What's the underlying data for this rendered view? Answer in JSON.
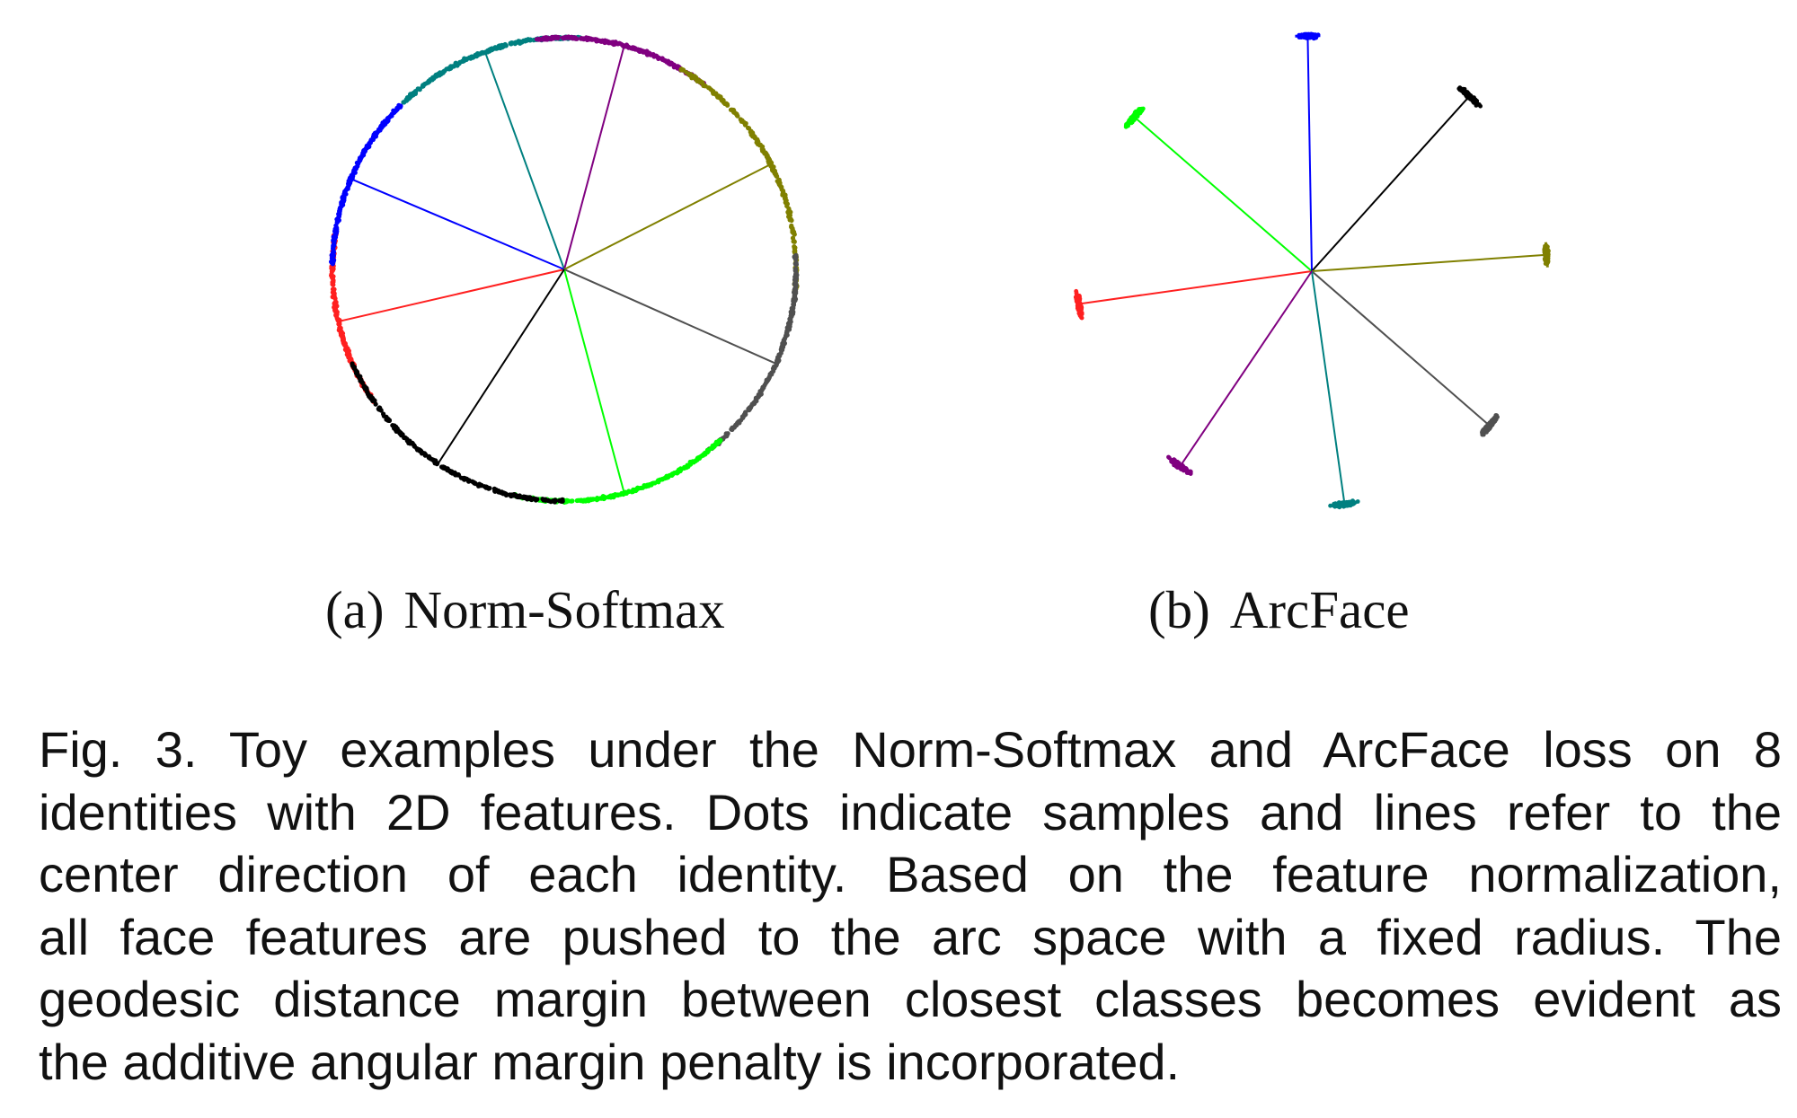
{
  "figure": {
    "subcaption_a": {
      "label": "(a)",
      "text": "Norm-Softmax"
    },
    "subcaption_b": {
      "label": "(b)",
      "text": "ArcFace"
    },
    "caption_lines": [
      "Fig. 3. Toy examples under the Norm-Softmax and ArcFace loss on 8",
      "identities with 2D features. Dots indicate samples and lines refer to the",
      "center direction of each identity. Based on the feature normalization,",
      "all face features are pushed to the arc space with a fixed radius. The",
      "geodesic distance margin between closest classes becomes evident as",
      "the additive angular margin penalty is incorporated."
    ]
  },
  "chart_data": [
    {
      "type": "scatter",
      "title": "Norm-Softmax",
      "ylim": [
        -1.1,
        1.1
      ],
      "xlim": [
        -1.1,
        1.1
      ],
      "grid": false,
      "series": [
        {
          "color": "#ff2020",
          "center_angle_deg": 193,
          "spread_deg": 20
        },
        {
          "color": "#0000ff",
          "center_angle_deg": 157,
          "spread_deg": 20
        },
        {
          "color": "#008080",
          "center_angle_deg": 110,
          "spread_deg": 22
        },
        {
          "color": "#800080",
          "center_angle_deg": 75,
          "spread_deg": 20
        },
        {
          "color": "#808000",
          "center_angle_deg": 27,
          "spread_deg": 30
        },
        {
          "color": "#505050",
          "center_angle_deg": -24,
          "spread_deg": 25
        },
        {
          "color": "#00ff00",
          "center_angle_deg": -75,
          "spread_deg": 25
        },
        {
          "color": "#000000",
          "center_angle_deg": -123,
          "spread_deg": 30
        }
      ]
    },
    {
      "type": "scatter",
      "title": "ArcFace",
      "ylim": [
        -1.1,
        1.1
      ],
      "xlim": [
        -1.1,
        1.1
      ],
      "grid": false,
      "series": [
        {
          "color": "#ff2020",
          "center_angle_deg": 188,
          "spread_deg": 4
        },
        {
          "color": "#00ff00",
          "center_angle_deg": 139,
          "spread_deg": 4
        },
        {
          "color": "#0000ff",
          "center_angle_deg": 91,
          "spread_deg": 3
        },
        {
          "color": "#000000",
          "center_angle_deg": 48,
          "spread_deg": 4
        },
        {
          "color": "#808000",
          "center_angle_deg": 4,
          "spread_deg": 3
        },
        {
          "color": "#505050",
          "center_angle_deg": -41,
          "spread_deg": 4
        },
        {
          "color": "#008080",
          "center_angle_deg": -82,
          "spread_deg": 4
        },
        {
          "color": "#800080",
          "center_angle_deg": -124,
          "spread_deg": 4
        }
      ]
    }
  ]
}
